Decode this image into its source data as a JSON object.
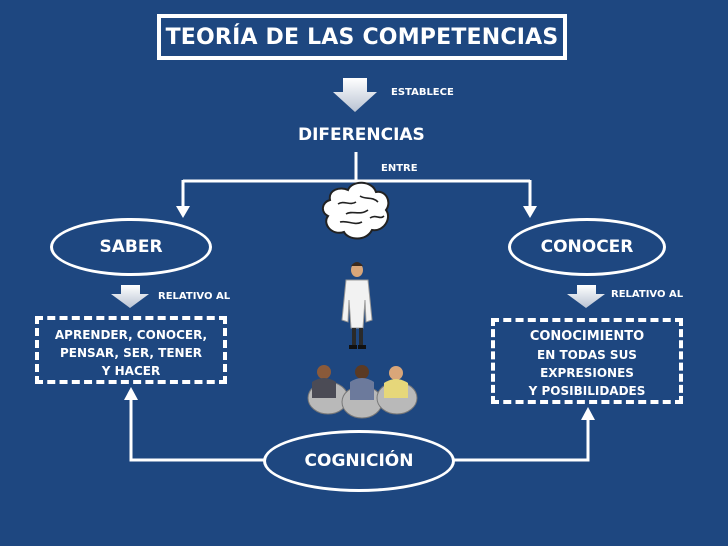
{
  "title": "TEORÍA DE LAS COMPETENCIAS",
  "labels": {
    "establece": "ESTABLECE",
    "diferencias": "DIFERENCIAS",
    "entre": "ENTRE",
    "relativo_left": "RELATIVO AL",
    "relativo_right": "RELATIVO AL"
  },
  "nodes": {
    "saber": "SABER",
    "conocer": "CONOCER",
    "cognicion": "COGNICIÓN"
  },
  "boxes": {
    "left": [
      "APRENDER, CONOCER,",
      "PENSAR, SER, TENER",
      "Y HACER"
    ],
    "right": [
      "CONOCIMIENTO",
      "EN TODAS SUS",
      "EXPRESIONES",
      "Y POSIBILIDADES"
    ]
  },
  "colors": {
    "background": "#1e4780",
    "foreground": "#ffffff"
  },
  "icons": [
    "brain-icon",
    "doctor-figure-icon",
    "seated-people-icon",
    "down-arrow-icon"
  ]
}
